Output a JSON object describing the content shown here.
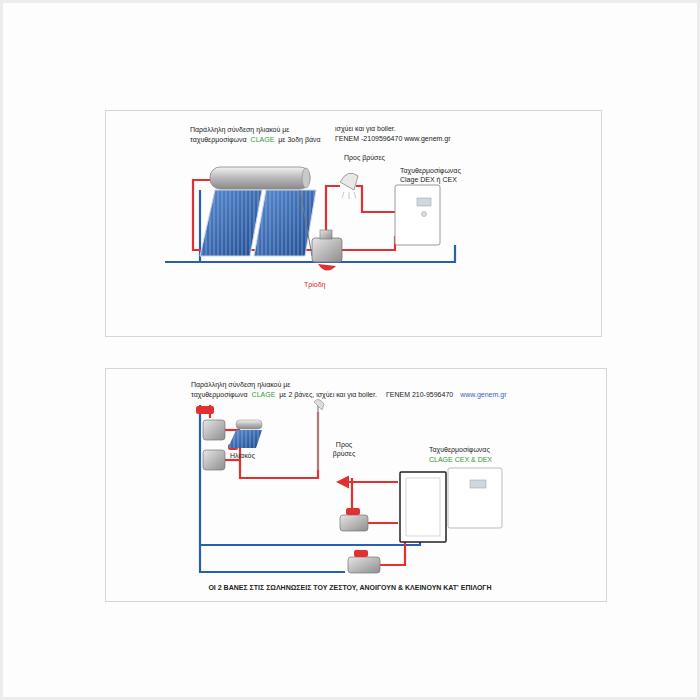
{
  "diagram": {
    "nodes": [
      {
        "text": [
          "Παράλληλη σύνδεση ηλιακού με",
          "ταχυθερμοσίφωνα",
          "CLAGE",
          "με 3οδη βάνα"
        ]
      },
      {
        "text": [
          "Ταχυθερμοσίφωνας Clage DEX ή CEX"
        ],
        "in": 0
      },
      {
        "text": [
          "Παράλληλη σύνδεση ηλιακού με",
          "ταχυθερμοσίφωνα",
          "CLAGE",
          "με 2 βάνες, ισχύει και για boiler.",
          "ΓΕΝΕΜ 210-9596470",
          "www.genem.gr"
        ]
      },
      {
        "text": [
          "Ταχυθερμοσίφωνας",
          "CLAGE CEX & DEX"
        ],
        "in": 2
      }
    ],
    "labels": [
      "ισχύει και για boiler.",
      "ΓΕΝΕΜ -2109596470 www.genem.gr",
      "Προς βρύσες",
      "Τρίοδη",
      "Ηλιακός",
      "Προς βρύσες",
      "ΟΙ 2 ΒΑΝΕΣ ΣΤΙΣ ΣΩΛΗΝΩΣΕΙΣ ΤΟΥ ΖΕΣΤΟΥ, ΑΝΟΙΓΟΥΝ & ΚΛΕΙΝΟΥΝ ΚΑΤ' ΕΠΙΛΟΓΗ"
    ]
  }
}
